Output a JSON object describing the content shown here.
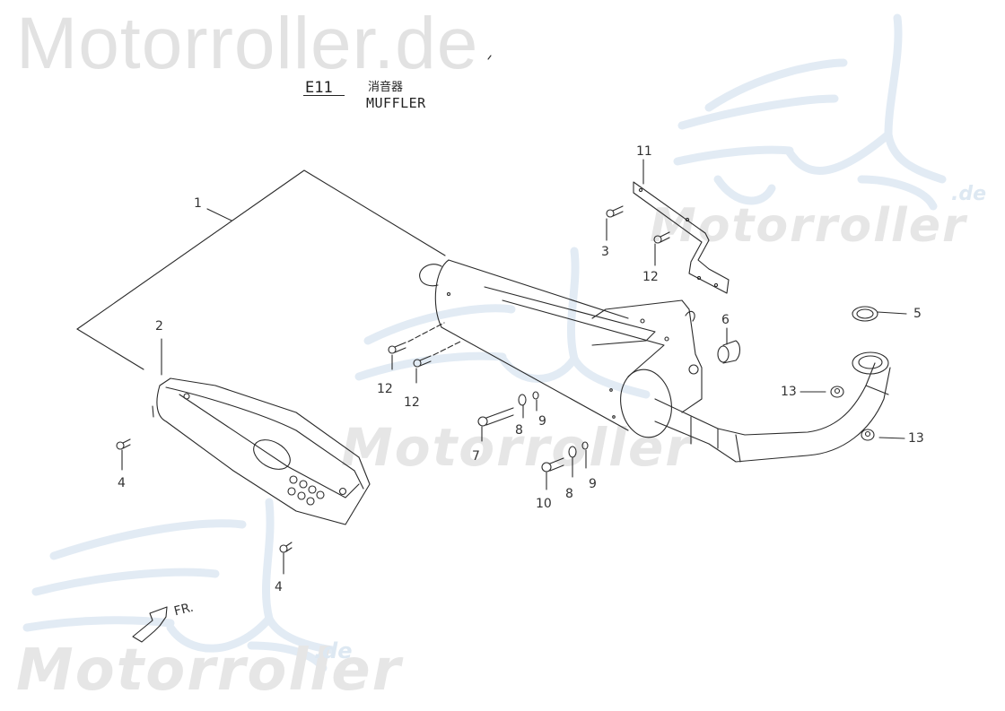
{
  "watermark": {
    "top_text": "Motorroller.de",
    "brand_italic": "Motorroller",
    "brand_suffix": ".de",
    "accent_color": "#dde8f2",
    "text_color": "#e2e2e2"
  },
  "header": {
    "section_code": "E11",
    "title_cn": "消音器",
    "title_en": "MUFFLER"
  },
  "diagram": {
    "direction_label": "FR.",
    "callouts": [
      {
        "id": "c1",
        "label": "1",
        "part": "muffler assembly"
      },
      {
        "id": "c2",
        "label": "2",
        "part": "muffler heat shield cover"
      },
      {
        "id": "c3",
        "label": "3",
        "part": "bolt"
      },
      {
        "id": "c4a",
        "label": "4",
        "part": "screw"
      },
      {
        "id": "c4b",
        "label": "4",
        "part": "screw"
      },
      {
        "id": "c5",
        "label": "5",
        "part": "exhaust gasket"
      },
      {
        "id": "c6",
        "label": "6",
        "part": "collar"
      },
      {
        "id": "c7",
        "label": "7",
        "part": "long bolt"
      },
      {
        "id": "c8a",
        "label": "8",
        "part": "washer"
      },
      {
        "id": "c8b",
        "label": "8",
        "part": "washer"
      },
      {
        "id": "c9a",
        "label": "9",
        "part": "nut"
      },
      {
        "id": "c9b",
        "label": "9",
        "part": "nut"
      },
      {
        "id": "c10",
        "label": "10",
        "part": "bolt"
      },
      {
        "id": "c11",
        "label": "11",
        "part": "muffler bracket"
      },
      {
        "id": "c12a",
        "label": "12",
        "part": "bolt"
      },
      {
        "id": "c12b",
        "label": "12",
        "part": "bolt"
      },
      {
        "id": "c12c",
        "label": "12",
        "part": "bolt"
      },
      {
        "id": "c13a",
        "label": "13",
        "part": "nut"
      },
      {
        "id": "c13b",
        "label": "13",
        "part": "nut"
      }
    ]
  }
}
